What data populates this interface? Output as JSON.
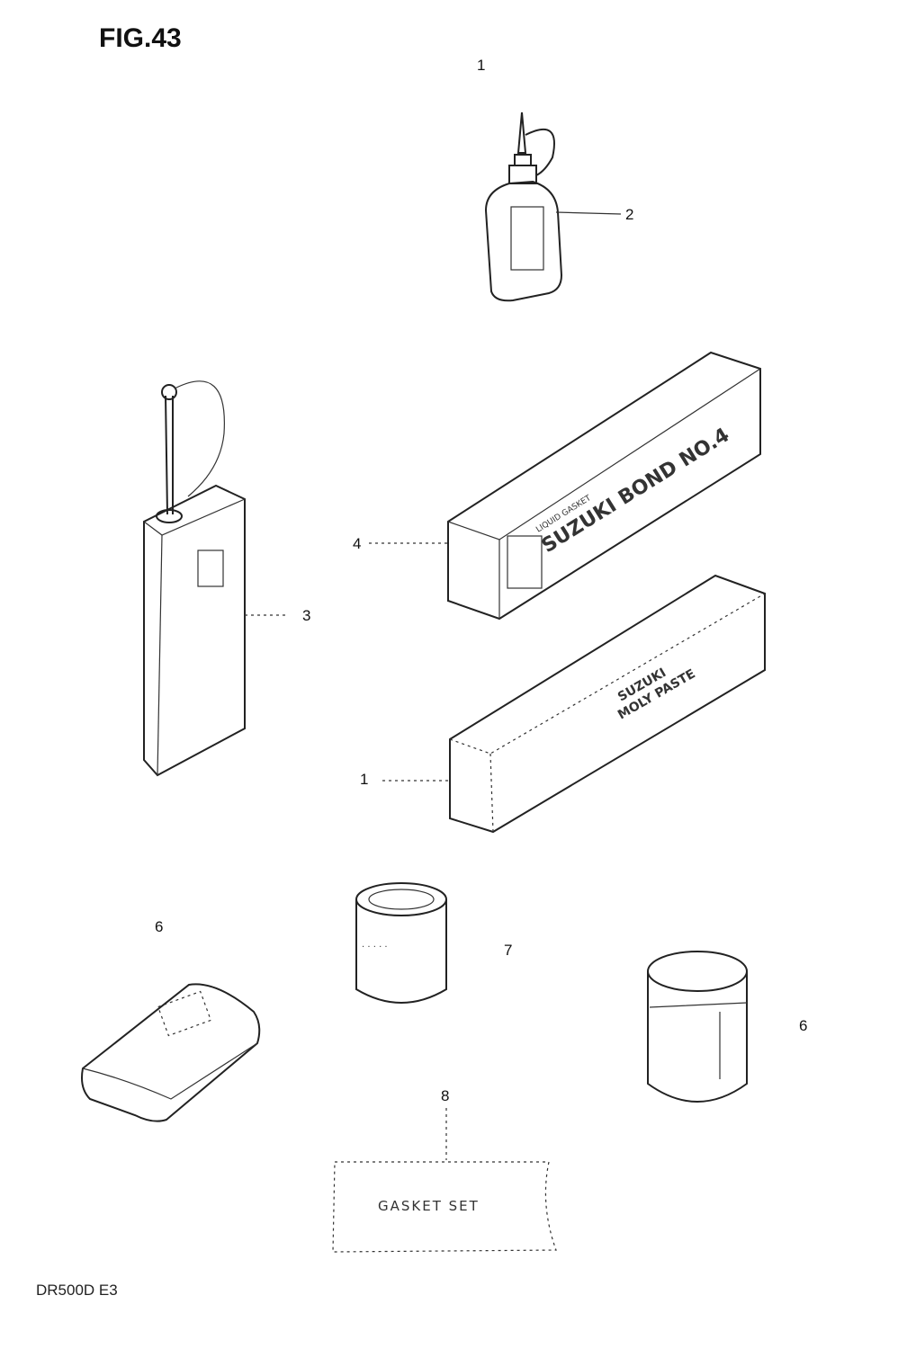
{
  "figure": {
    "title": "FIG.43",
    "model_code": "DR500D E3"
  },
  "callouts": {
    "top": "1",
    "oil_bottle": "2",
    "oil_can": "3",
    "bond_box": "4",
    "paste_box": "1",
    "grease_left": "6",
    "small_can": "7",
    "can_right": "6",
    "gasket_set": "8"
  },
  "labels": {
    "bond_sub": "LIQUID GASKET",
    "bond_main": "SUZUKI BOND NO.4",
    "paste_line1": "SUZUKI",
    "paste_line2": "MOLY PASTE",
    "gasket_set": "GASKET SET"
  }
}
